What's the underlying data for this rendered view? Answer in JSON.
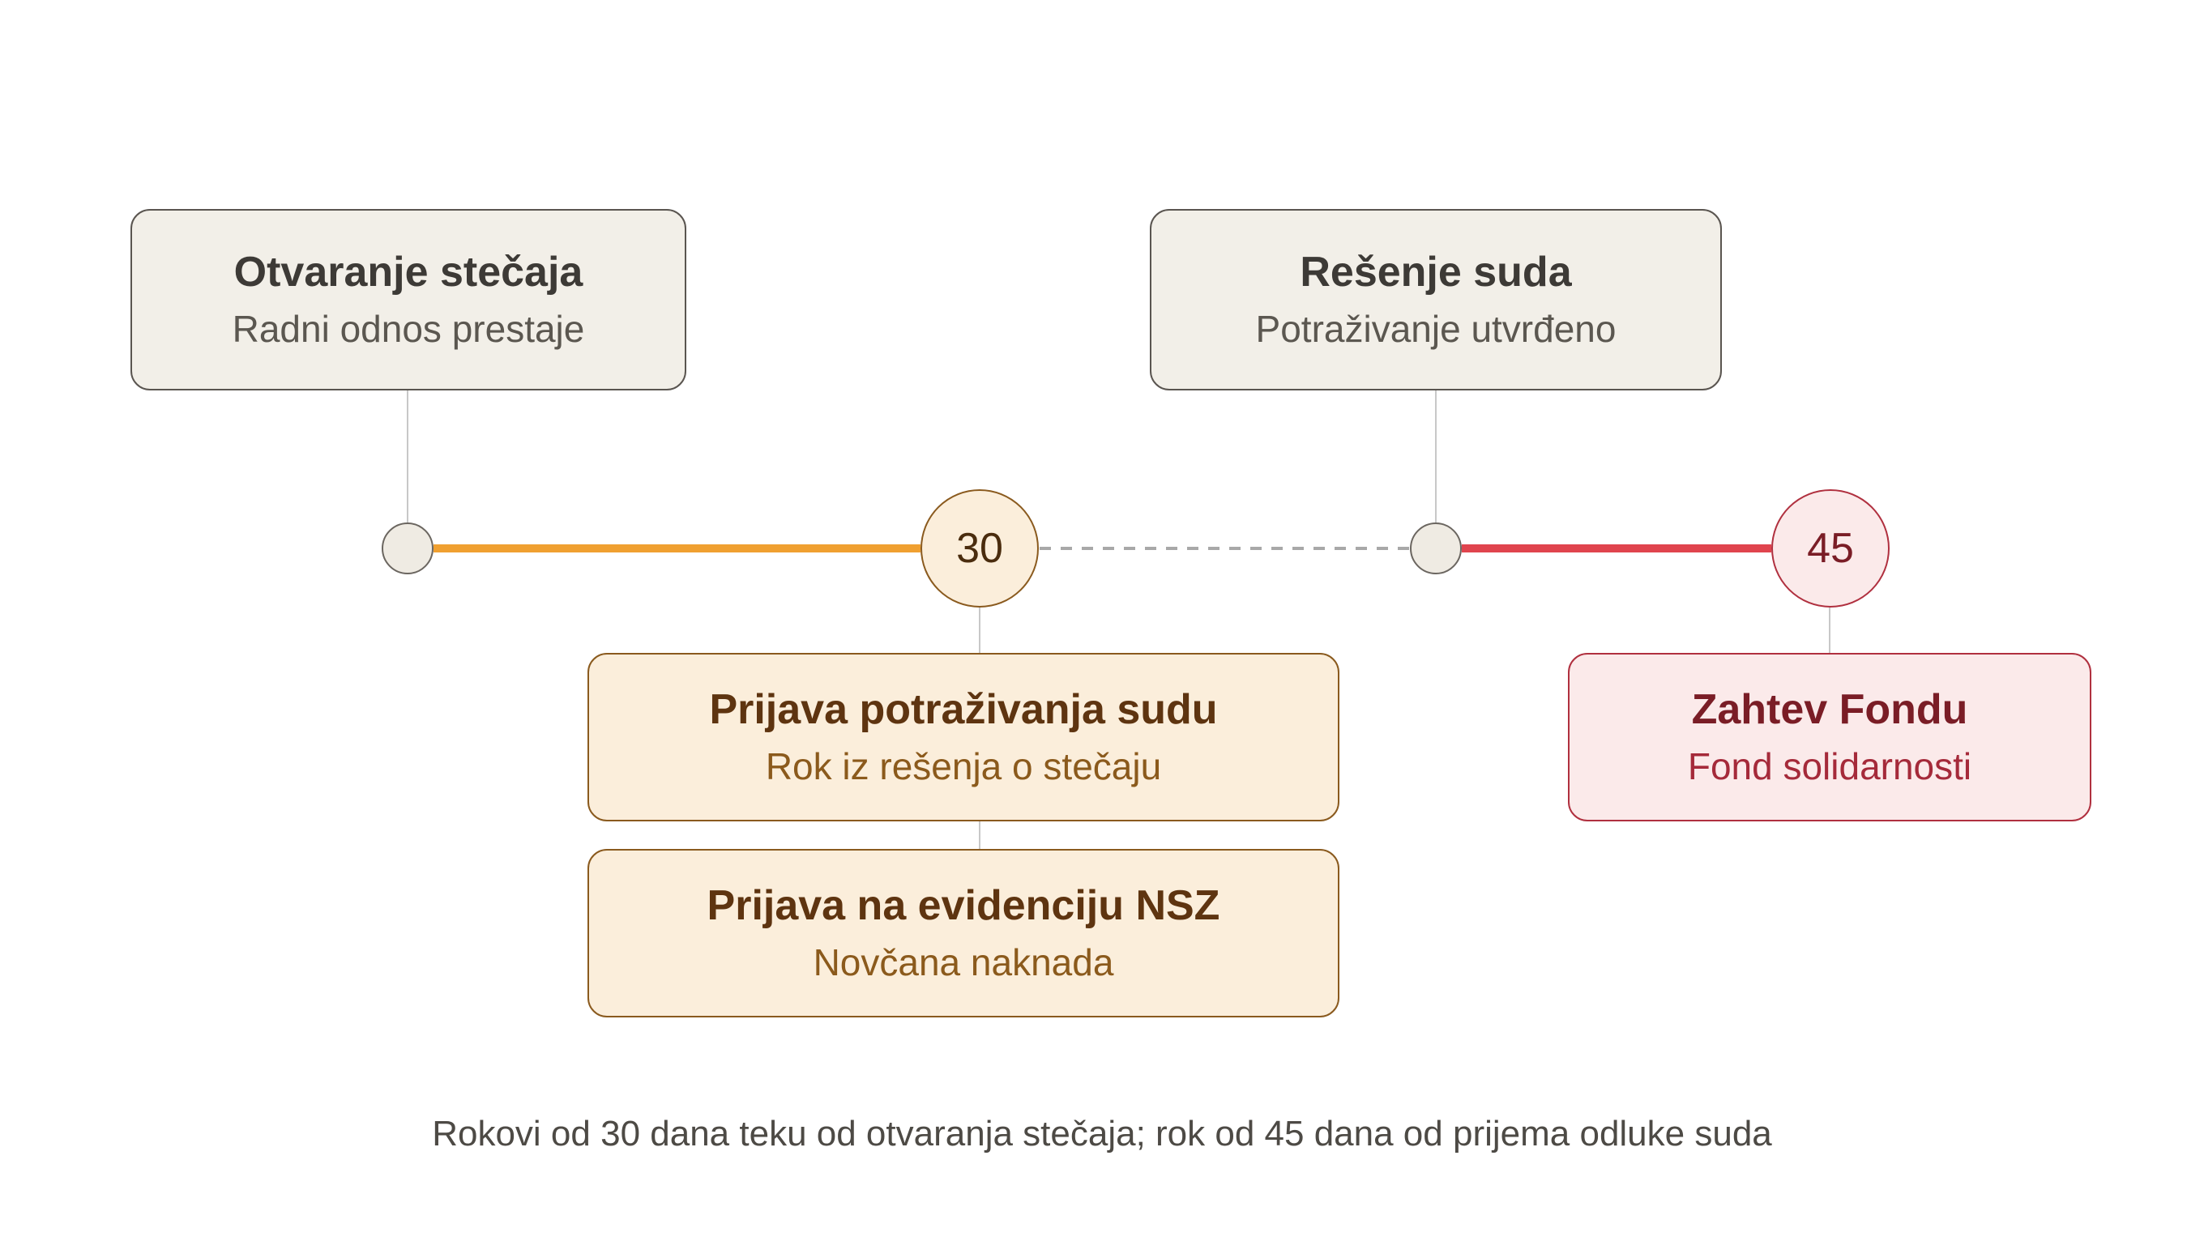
{
  "nodes": {
    "opening": {
      "title": "Otvaranje stečaja",
      "subtitle": "Radni odnos prestaje"
    },
    "court_ruling": {
      "title": "Rešenje suda",
      "subtitle": "Potraživanje utvrđeno"
    },
    "claim_filing": {
      "title": "Prijava potraživanja sudu",
      "subtitle": "Rok iz rešenja o stečaju"
    },
    "nsz_registration": {
      "title": "Prijava na evidenciju NSZ",
      "subtitle": "Novčana naknada"
    },
    "fund_request": {
      "title": "Zahtev Fondu",
      "subtitle": "Fond solidarnosti"
    }
  },
  "markers": {
    "deadline_30": "30",
    "deadline_45": "45"
  },
  "colors": {
    "segment_30": "#f0a030",
    "segment_45": "#e0444e",
    "dashed_gap": "#a8a8a8",
    "connector": "#c8c8c8"
  },
  "footnote": "Rokovi od 30 dana teku od otvaranja stečaja; rok od 45 dana od prijema odluke suda"
}
